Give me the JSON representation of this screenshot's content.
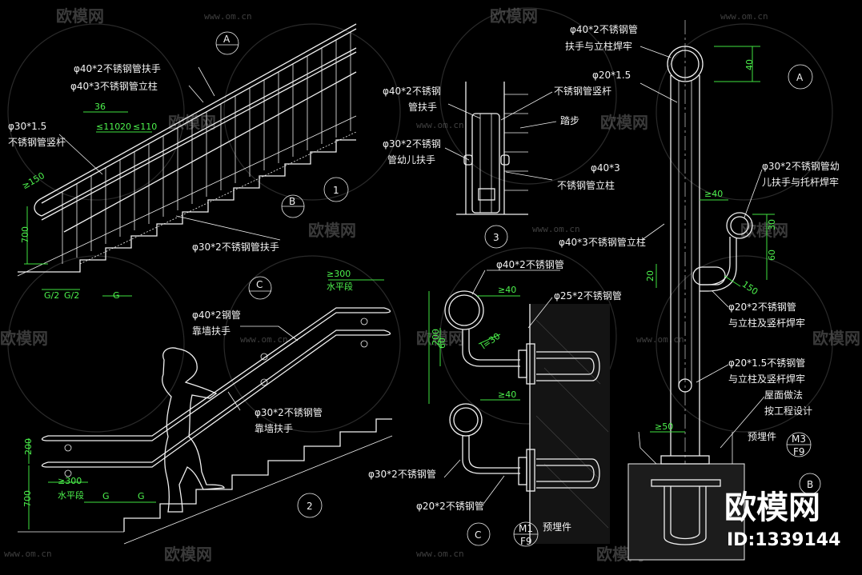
{
  "watermarks": {
    "brand": "欧模网",
    "url": "www.om.cn"
  },
  "brand": {
    "logo": "欧模网",
    "id": "ID:1339144"
  },
  "detail1": {
    "labels": {
      "handrail40": "φ40*2不锈钢管扶手",
      "post40": "φ40*3不锈钢管立柱",
      "baluster30": "φ30*1.5",
      "baluster30b": "不锈钢管竖杆",
      "child30": "φ30*2不锈钢管扶手"
    },
    "dims": {
      "d36": "36",
      "d110a": "≤110",
      "d20": "20",
      "d110b": "≤110",
      "d150": "≥150",
      "d700": "700",
      "g2a": "G/2",
      "g2b": "G/2",
      "g": "G"
    },
    "marks": {
      "a": "A",
      "b": "B",
      "num": "1"
    }
  },
  "detail2": {
    "labels": {
      "wall40a": "φ40*2钢管",
      "wall40b": "靠墙扶手",
      "wall30a": "φ30*2不锈钢管",
      "wall30b": "靠墙扶手"
    },
    "dims": {
      "d300": "≥300",
      "flat": "水平段",
      "d200": "200",
      "d300b": "≥300",
      "flatb": "水平段",
      "d700": "700",
      "g1": "G",
      "g2": "G"
    },
    "marks": {
      "c": "C",
      "num": "2"
    }
  },
  "detail3": {
    "labels": {
      "h40a": "φ40*2不锈钢",
      "h40b": "管扶手",
      "vertical": "不锈钢管竖杆",
      "tread": "踏步",
      "c30a": "φ30*2不锈钢",
      "c30b": "管幼儿扶手",
      "p40a": "φ40*3",
      "p40b": "不锈钢管立柱",
      "p40c": "φ40*3不锈钢管立柱"
    },
    "marks": {
      "num": "3"
    }
  },
  "detailC": {
    "labels": {
      "t40": "φ40*2不锈钢管",
      "t25": "φ25*2不锈钢管",
      "t30": "φ30*2不锈钢管",
      "t20": "φ20*2不锈钢管",
      "embed": "预埋件"
    },
    "dims": {
      "d40a": "≥40",
      "d200": "200",
      "d60": "60",
      "d30": "l=30",
      "d40b": "≥40"
    },
    "marks": {
      "c": "C",
      "m1": "M1",
      "f9": "F9"
    }
  },
  "detailA": {
    "labels": {
      "top1": "φ40*2不锈钢管",
      "top2": "扶手与立柱焊牢",
      "s20": "φ20*1.5",
      "r30a": "φ30*2不锈钢管幼",
      "r30b": "儿扶手与托杆焊牢",
      "r20a": "φ20*2不锈钢管",
      "r20b": "与立柱及竖杆焊牢",
      "r20c": "φ20*1.5不锈钢管",
      "r20d": "与立柱及竖杆焊牢",
      "roof1": "屋面做法",
      "roof2": "按工程设计",
      "embed": "预埋件"
    },
    "dims": {
      "d40": "40",
      "d40b": "≥40",
      "d30": "30",
      "d60": "60",
      "d20": "20",
      "d150": "150",
      "d50": "≥50"
    },
    "marks": {
      "a": "A",
      "m3": "M3",
      "f9": "F9",
      "b": "B"
    }
  }
}
